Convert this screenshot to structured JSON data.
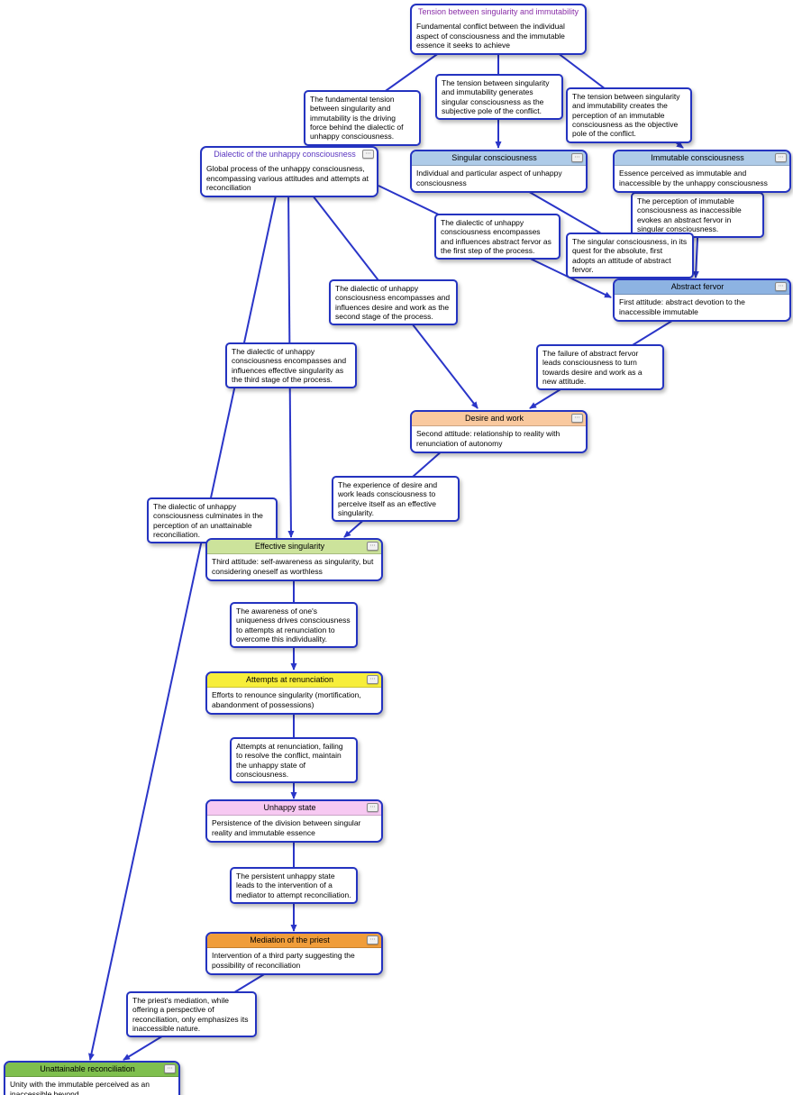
{
  "diagram": {
    "arrow_color": "#2a35c8",
    "node_border_color": "#2433c0",
    "nodes": [
      {
        "title": "Tension between singularity and immutability",
        "body": "Fundamental conflict between the individual aspect of consciousness and the immutable essence it seeks to achieve",
        "header_bg": "#ffffff",
        "title_color": "#8a2fa8",
        "icon": null
      },
      {
        "title": "Dialectic of the unhappy consciousness",
        "body": "Global process of the unhappy consciousness, encompassing various attitudes and attempts at reconciliation",
        "header_bg": "#ffffff",
        "title_color": "#5a35c0",
        "icon": "resource-icon"
      },
      {
        "title": "Singular consciousness",
        "body": "Individual and particular aspect of unhappy consciousness",
        "header_bg": "#aecbe8",
        "title_color": "#000000",
        "icon": "resource-icon"
      },
      {
        "title": "Immutable consciousness",
        "body": "Essence perceived as immutable and inaccessible by the unhappy consciousness",
        "header_bg": "#aecbe8",
        "title_color": "#000000",
        "icon": "resource-icon"
      },
      {
        "title": "Abstract fervor",
        "body": "First attitude: abstract devotion to the inaccessible immutable",
        "header_bg": "#8db3e2",
        "title_color": "#000000",
        "icon": "resource-icon"
      },
      {
        "title": "Desire and work",
        "body": "Second attitude: relationship to reality with renunciation of autonomy",
        "header_bg": "#f9c99f",
        "title_color": "#000000",
        "icon": "resource-icon"
      },
      {
        "title": "Effective singularity",
        "body": "Third attitude: self-awareness as singularity, but considering oneself as worthless",
        "header_bg": "#cce39b",
        "title_color": "#000000",
        "icon": "resource-icon"
      },
      {
        "title": "Attempts at renunciation",
        "body": "Efforts to renounce singularity (mortification, abandonment of possessions)",
        "header_bg": "#f7ee3a",
        "title_color": "#000000",
        "icon": "resource-icon"
      },
      {
        "title": "Unhappy state",
        "body": "Persistence of the division between singular reality and immutable essence",
        "header_bg": "#f7c9f2",
        "title_color": "#000000",
        "icon": "resource-icon"
      },
      {
        "title": "Mediation of the priest",
        "body": "Intervention of a third party suggesting the possibility of reconciliation",
        "header_bg": "#f09d3a",
        "title_color": "#000000",
        "icon": "resource-icon"
      },
      {
        "title": "Unattainable reconciliation",
        "body": "Unity with the immutable perceived as an inaccessible beyond",
        "header_bg": "#7fbf4e",
        "title_color": "#000000",
        "icon": "resource-icon"
      }
    ],
    "edge_labels": [
      {
        "text": "The fundamental tension between singularity and immutability is the driving force behind the dialectic of unhappy consciousness."
      },
      {
        "text": "The tension between singularity and immutability generates singular consciousness as the subjective pole of the conflict."
      },
      {
        "text": "The tension between singularity and immutability creates the perception of an immutable consciousness as the objective pole of the conflict."
      },
      {
        "text": "The perception of immutable consciousness as inaccessible evokes an abstract fervor in singular consciousness."
      },
      {
        "text": "The dialectic of unhappy consciousness encompasses and influences abstract fervor as the first step of the process."
      },
      {
        "text": "The singular consciousness, in its quest for the absolute, first adopts an attitude of abstract fervor."
      },
      {
        "text": "The dialectic of unhappy consciousness encompasses and influences desire and work as the second stage of the process."
      },
      {
        "text": "The failure of abstract fervor leads consciousness to turn towards desire and work as a new attitude."
      },
      {
        "text": "The dialectic of unhappy consciousness encompasses and influences effective singularity as the third stage of the process."
      },
      {
        "text": "The experience of desire and work leads consciousness to perceive itself as an effective singularity."
      },
      {
        "text": "The dialectic of unhappy consciousness culminates in the perception of an unattainable reconciliation."
      },
      {
        "text": "The awareness of one's uniqueness drives consciousness to attempts at renunciation to overcome this individuality."
      },
      {
        "text": "Attempts at renunciation, failing to resolve the conflict, maintain the unhappy state of consciousness."
      },
      {
        "text": "The persistent unhappy state leads to the intervention of a mediator to attempt reconciliation."
      },
      {
        "text": "The priest's mediation, while offering a perspective of reconciliation, only emphasizes its inaccessible nature."
      }
    ]
  }
}
